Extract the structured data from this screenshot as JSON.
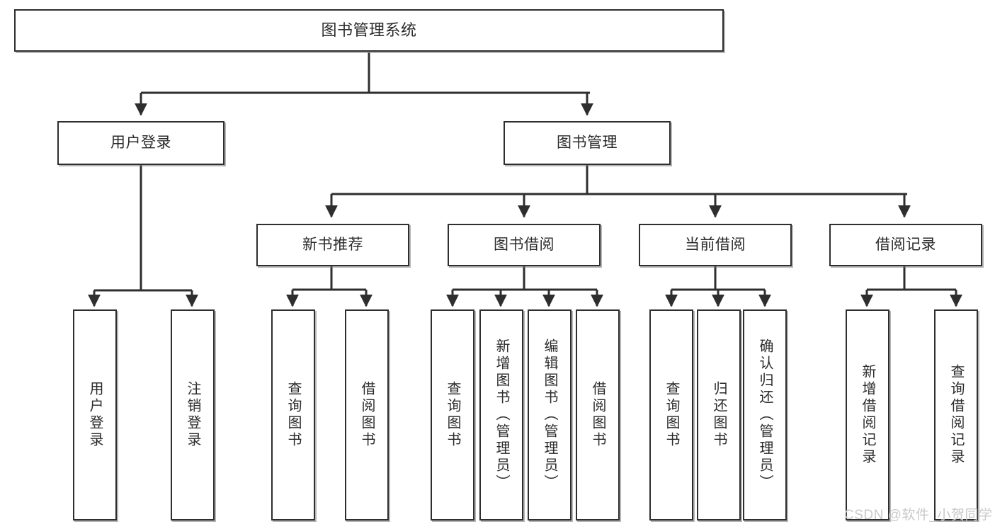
{
  "diagram": {
    "title": "图书管理系统",
    "type": "tree-hierarchy",
    "levels": {
      "root": "图书管理系统",
      "level2": [
        "用户登录",
        "图书管理"
      ],
      "level3": [
        "新书推荐",
        "图书借阅",
        "当前借阅",
        "借阅记录"
      ],
      "level4": [
        "用户登录",
        "注销登录",
        "查询图书",
        "借阅图书",
        "查询图书",
        "新增图书（管理员）",
        "编辑图书（管理员）",
        "借阅图书",
        "查询图书",
        "归还图书",
        "确认归还（管理员）",
        "新增借阅记录",
        "查询借阅记录"
      ]
    },
    "nodes": {
      "root": {
        "label": "图书管理系统"
      },
      "user_login": {
        "label": "用户登录"
      },
      "book_mgmt": {
        "label": "图书管理"
      },
      "new_book_rec": {
        "label": "新书推荐"
      },
      "book_borrow": {
        "label": "图书借阅"
      },
      "current_borrow": {
        "label": "当前借阅"
      },
      "borrow_record": {
        "label": "借阅记录"
      },
      "leaf_user_login": {
        "label": "用户登录"
      },
      "leaf_logout": {
        "label": "注销登录"
      },
      "leaf_query_book_a": {
        "label": "查询图书"
      },
      "leaf_borrow_book_a": {
        "label": "借阅图书"
      },
      "leaf_query_book_b": {
        "label": "查询图书"
      },
      "leaf_add_book": {
        "label": "新增图书（管理员）"
      },
      "leaf_edit_book": {
        "label": "编辑图书（管理员）"
      },
      "leaf_borrow_book_b": {
        "label": "借阅图书"
      },
      "leaf_query_book_c": {
        "label": "查询图书"
      },
      "leaf_return_book": {
        "label": "归还图书"
      },
      "leaf_confirm_return": {
        "label": "确认归还（管理员）"
      },
      "leaf_add_record": {
        "label": "新增借阅记录"
      },
      "leaf_query_record": {
        "label": "查询借阅记录"
      }
    },
    "colors": {
      "border": "#2e2e2e",
      "text": "#2b2b2b",
      "background": "#ffffff",
      "shadow": "#787878",
      "watermark": "#c9c9c9"
    }
  },
  "watermark": {
    "text": "CSDN @软件_小贺同学"
  }
}
